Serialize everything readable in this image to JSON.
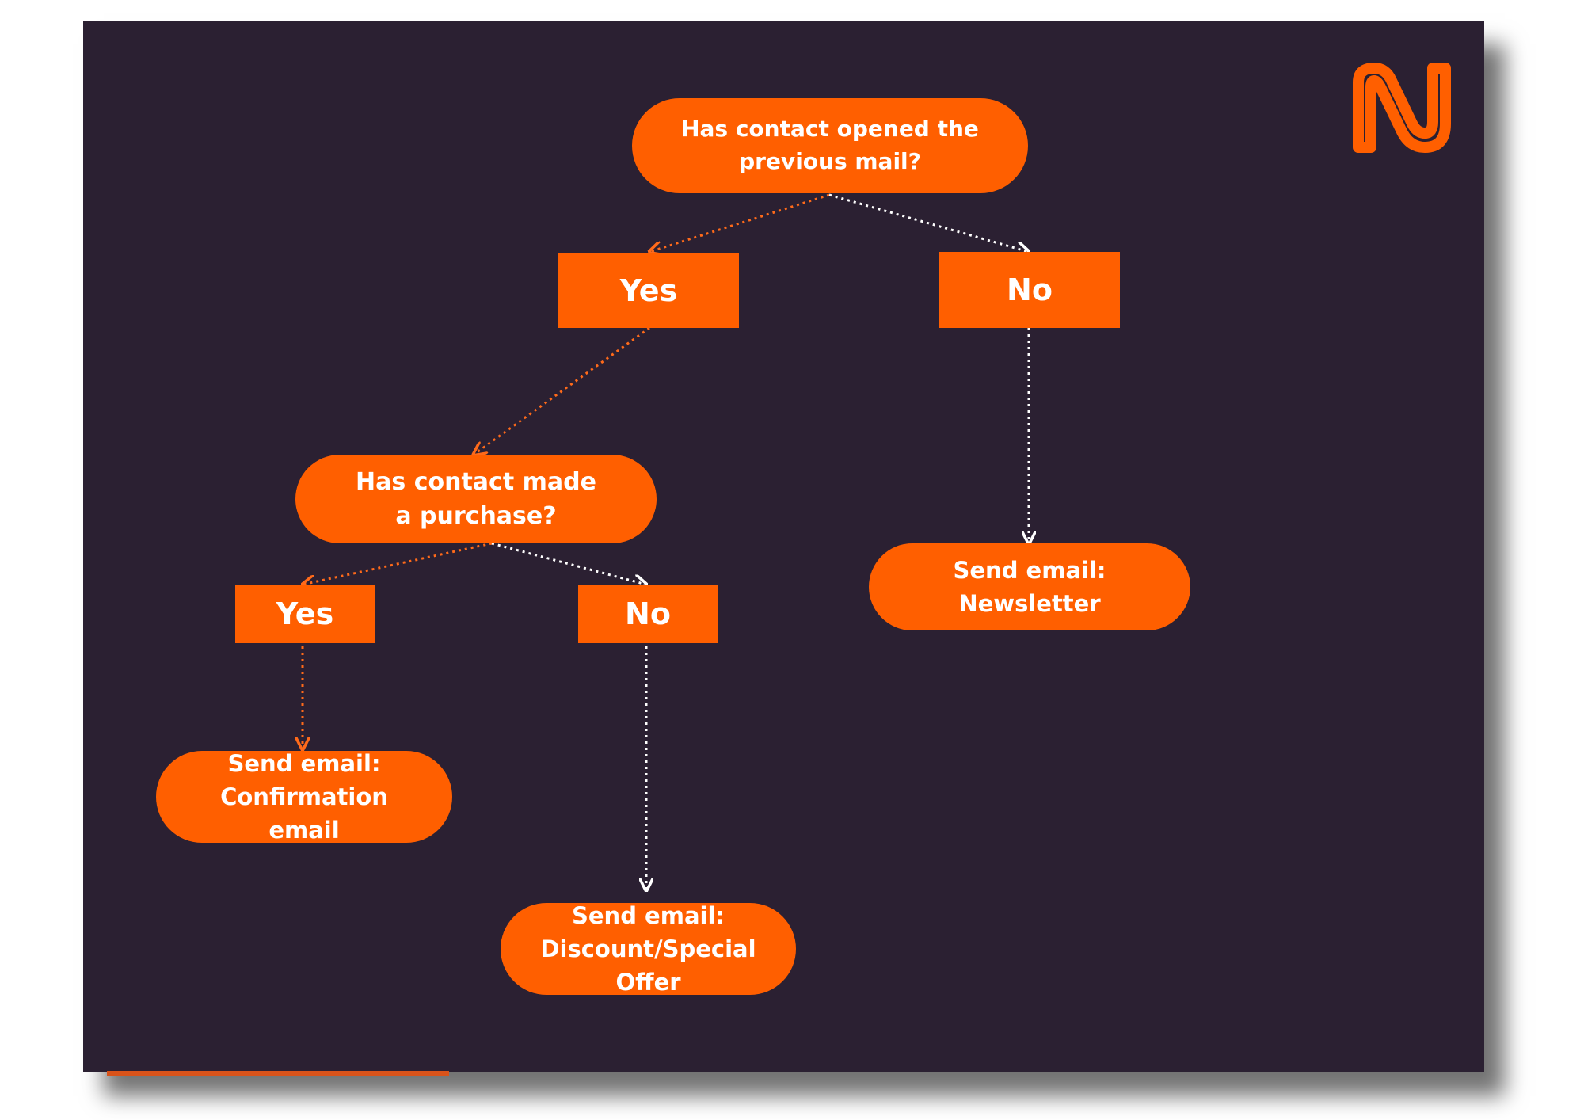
{
  "colors": {
    "background": "#2b2032",
    "node_fill": "#ff5f00",
    "node_text": "#ffffff",
    "yes_connector": "#ff6a1a",
    "no_connector": "#ffffff"
  },
  "logo": {
    "icon": "n-brand-logo-icon"
  },
  "nodes": {
    "q1": "Has contact opened the previous mail?",
    "q1_yes": "Yes",
    "q1_no": "No",
    "q2": "Has contact made a purchase?",
    "q2_yes": "Yes",
    "q2_no": "No",
    "outcome_newsletter": "Send email: Newsletter",
    "outcome_confirmation": "Send email: Confirmation email",
    "outcome_discount": "Send email: Discount/Special Offer"
  }
}
